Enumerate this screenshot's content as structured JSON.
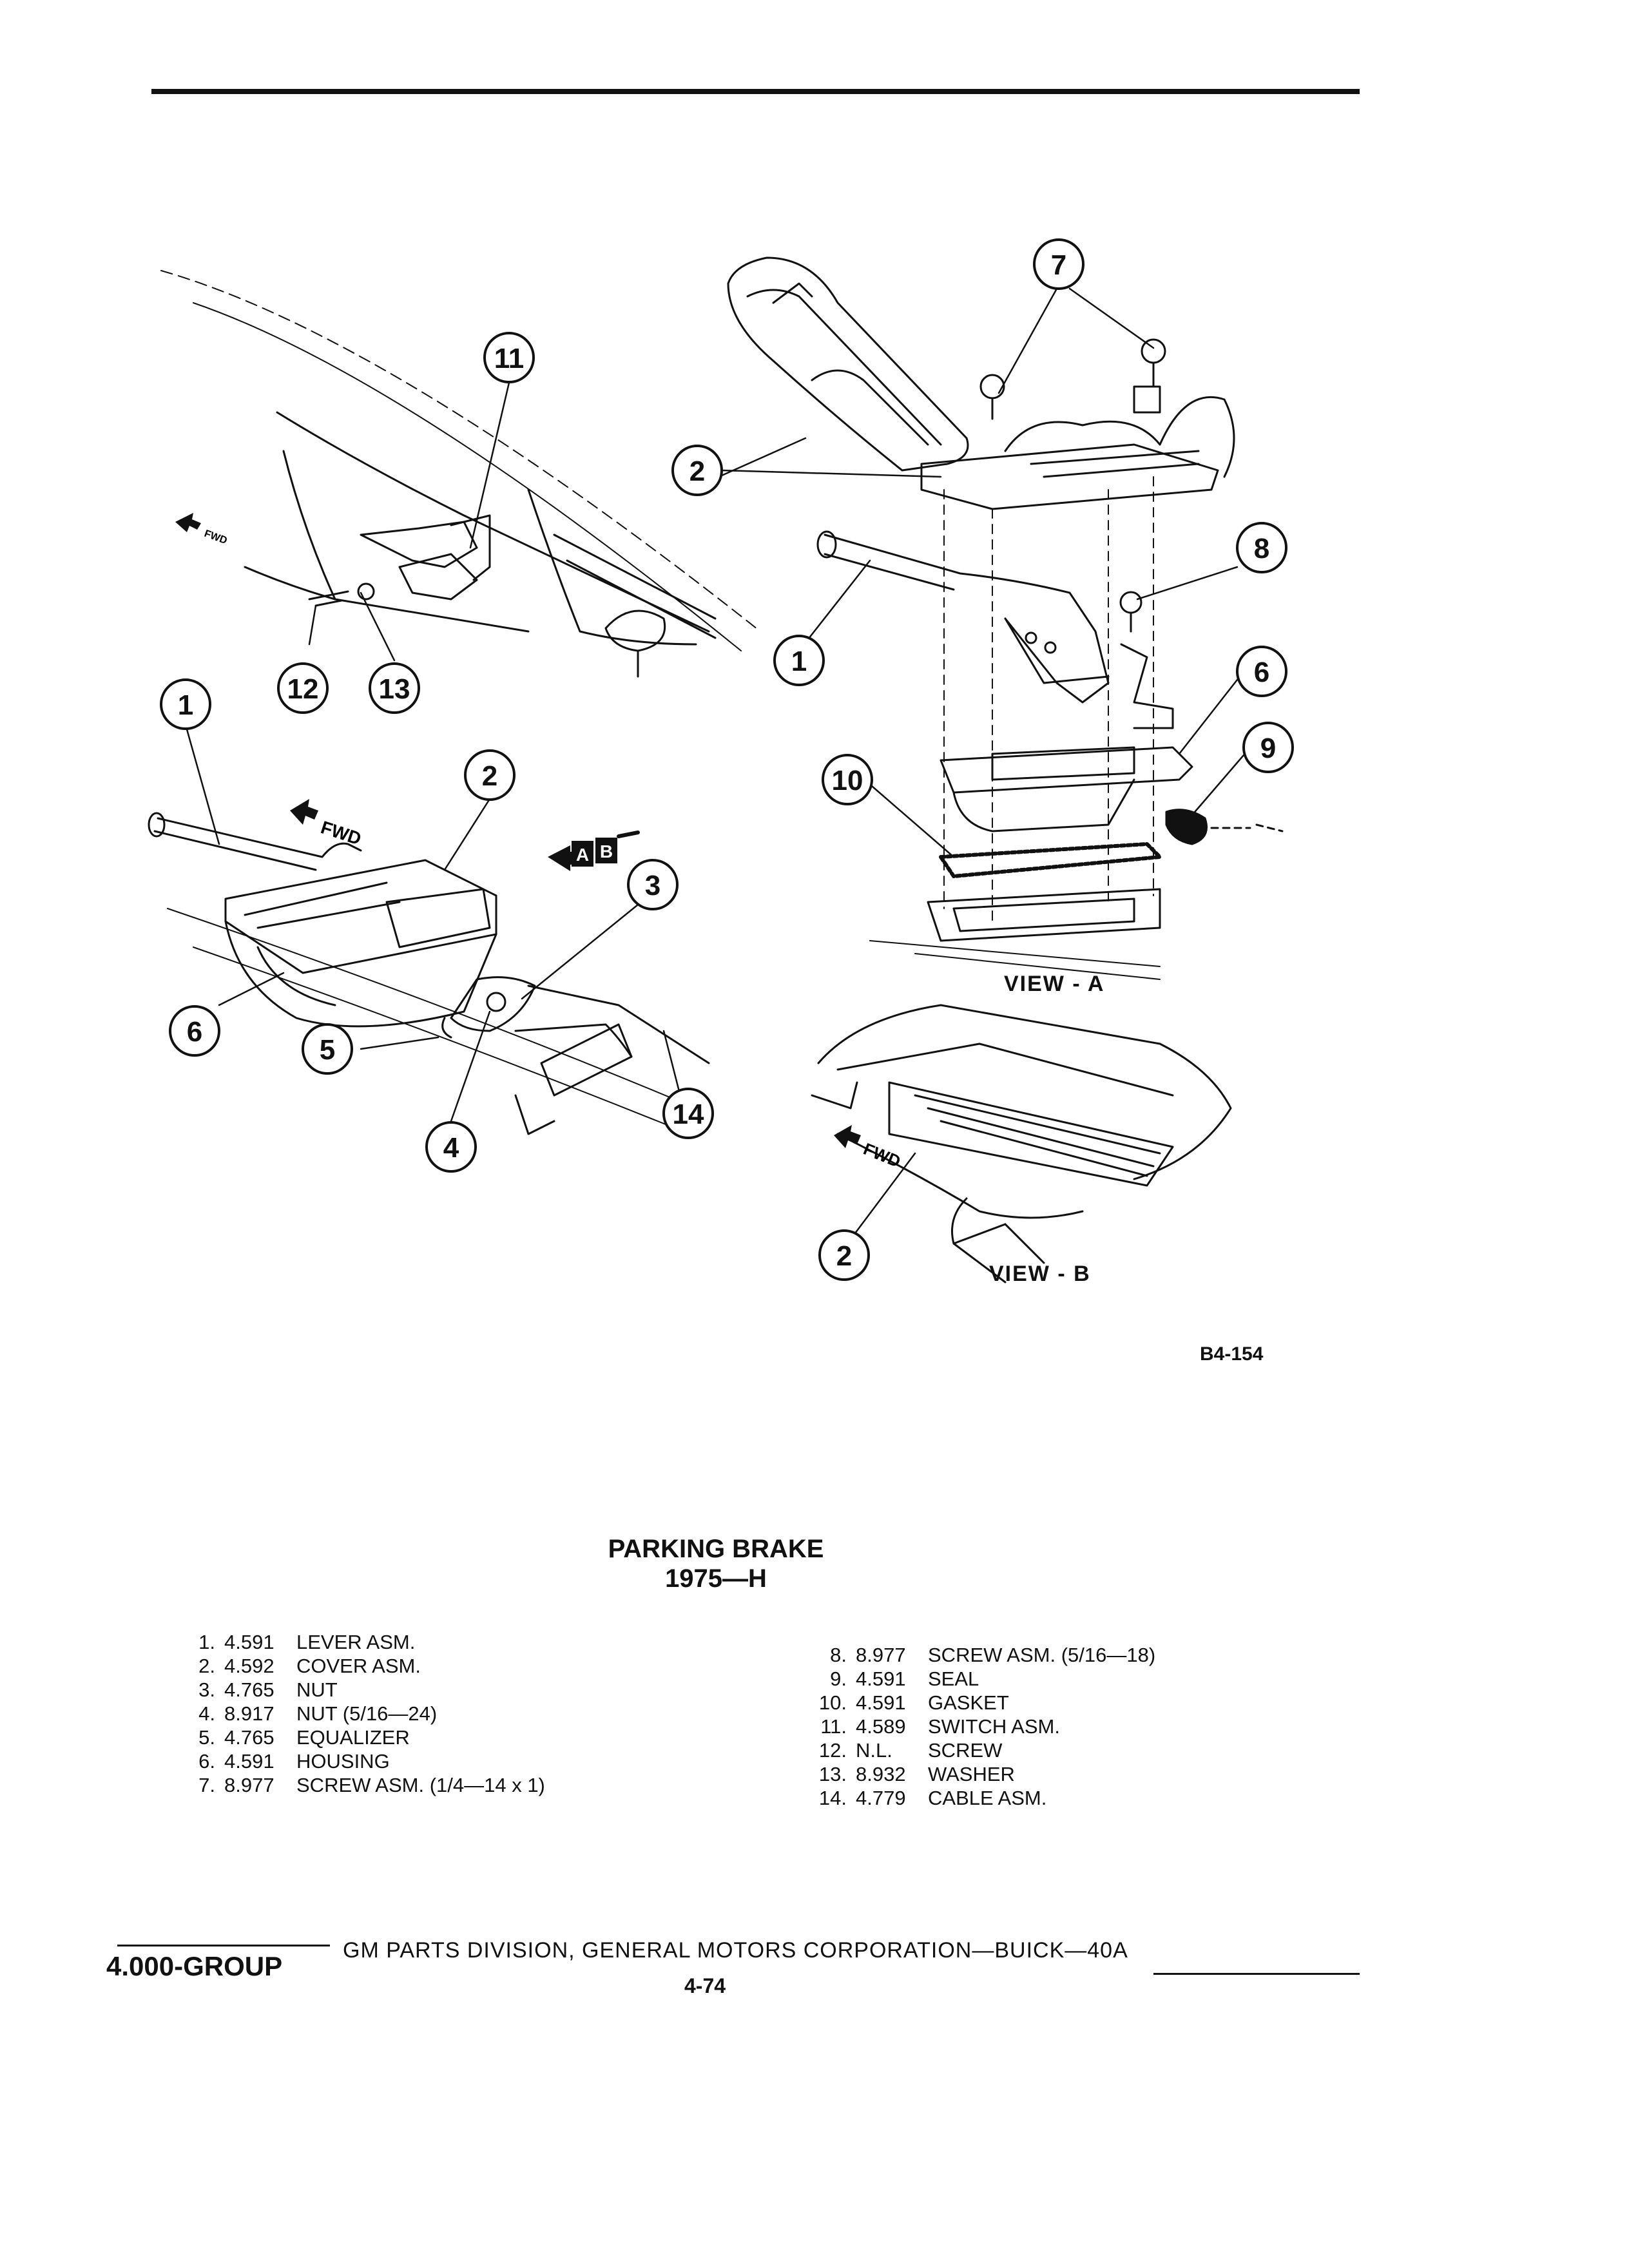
{
  "figure": {
    "code": "B4-154",
    "view_a_label": "VIEW - A",
    "view_b_label": "VIEW - B",
    "fwd_labels": [
      "FWD",
      "FWD",
      "FWD"
    ],
    "view_arrow_letters": [
      "A",
      "B"
    ],
    "callouts": [
      "11",
      "12",
      "13",
      "1",
      "2",
      "6",
      "5",
      "4",
      "3",
      "14",
      "7",
      "2",
      "1",
      "8",
      "6",
      "9",
      "10",
      "2"
    ]
  },
  "title": {
    "line1": "PARKING BRAKE",
    "line2": "1975—H"
  },
  "parts_left": [
    {
      "num": "1.",
      "code": "4.591",
      "desc": "LEVER ASM."
    },
    {
      "num": "2.",
      "code": "4.592",
      "desc": "COVER ASM."
    },
    {
      "num": "3.",
      "code": "4.765",
      "desc": "NUT"
    },
    {
      "num": "4.",
      "code": "8.917",
      "desc": "NUT (5/16—24)"
    },
    {
      "num": "5.",
      "code": "4.765",
      "desc": "EQUALIZER"
    },
    {
      "num": "6.",
      "code": "4.591",
      "desc": "HOUSING"
    },
    {
      "num": "7.",
      "code": "8.977",
      "desc": "SCREW ASM. (1/4—14 x 1)"
    }
  ],
  "parts_right": [
    {
      "num": "8.",
      "code": "8.977",
      "desc": "SCREW ASM. (5/16—18)"
    },
    {
      "num": "9.",
      "code": "4.591",
      "desc": "SEAL"
    },
    {
      "num": "10.",
      "code": "4.591",
      "desc": "GASKET"
    },
    {
      "num": "11.",
      "code": "4.589",
      "desc": "SWITCH ASM."
    },
    {
      "num": "12.",
      "code": "N.L.",
      "desc": "SCREW"
    },
    {
      "num": "13.",
      "code": "8.932",
      "desc": "WASHER"
    },
    {
      "num": "14.",
      "code": "4.779",
      "desc": "CABLE ASM."
    }
  ],
  "footer": {
    "group": "4.000-GROUP",
    "text": "GM PARTS DIVISION, GENERAL MOTORS CORPORATION—BUICK—40A",
    "page": "4-74"
  }
}
